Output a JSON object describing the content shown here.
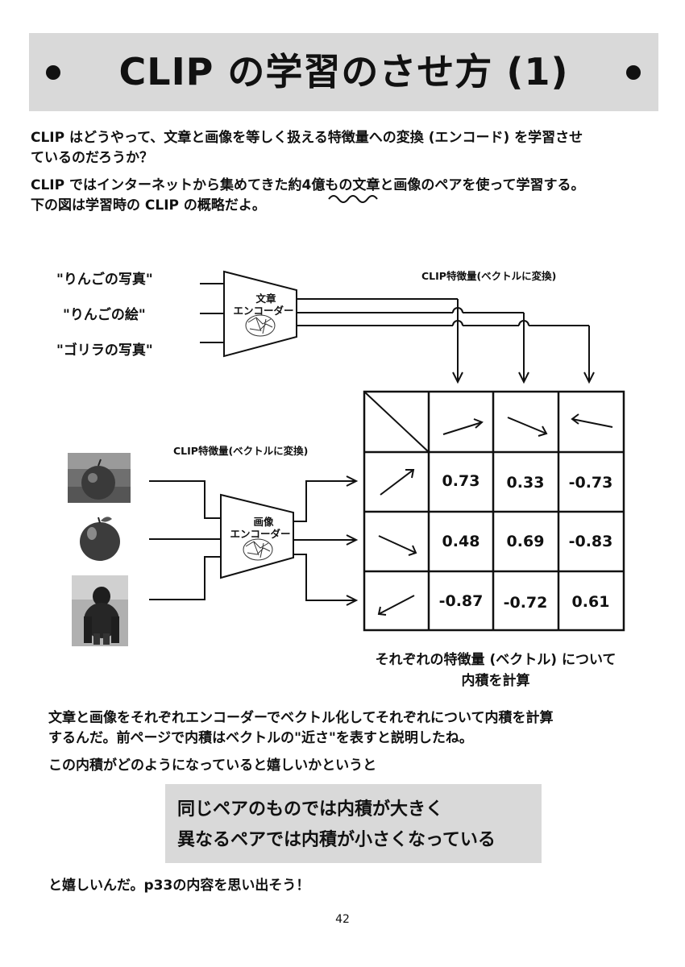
{
  "title": "CLIP の学習のさせ方 (1)",
  "intro": {
    "line1": "CLIP はどうやって、文章と画像を等しく扱える特徴量への変換 (エンコード) を学習させ",
    "line2": "ているのだろうか？",
    "line3": "CLIP ではインターネットから集めてきた約4億もの文章と画像のペアを使って学習する。",
    "line4": "下の図は学習時の CLIP の概略だよ。"
  },
  "diagram": {
    "texts": [
      "\"りんごの写真\"",
      "\"りんごの絵\"",
      "\"ゴリラの写真\""
    ],
    "text_encoder_label": [
      "文章",
      "エンコーダー"
    ],
    "image_encoder_label": [
      "画像",
      "エンコーダー"
    ],
    "feature_label_top": "CLIP特徴量(ベクトルに変換)",
    "feature_label_left": "CLIP特徴量(ベクトルに変換)",
    "images": [
      "apple-photo",
      "apple-drawing",
      "gorilla-photo"
    ],
    "matrix": [
      [
        "0.73",
        "0.33",
        "-0.73"
      ],
      [
        "0.48",
        "0.69",
        "-0.83"
      ],
      [
        "-0.87",
        "-0.72",
        "0.61"
      ]
    ],
    "caption_line1": "それぞれの特徴量 (ベクトル) について",
    "caption_line2": "内積を計算"
  },
  "body": {
    "line1": "文章と画像をそれぞれエンコーダーでベクトル化してそれぞれについて内積を計算",
    "line2": "するんだ。前ページで内積はベクトルの\"近さ\"を表すと説明したね。",
    "line3": "この内積がどのようになっていると嬉しいかというと"
  },
  "callout": {
    "line1": "同じペアのものでは内積が大きく",
    "line2": "異なるペアでは内積が小さくなっている"
  },
  "closing": "と嬉しいんだ。p33の内容を思い出そう！",
  "page_number": "42",
  "colors": {
    "panel_gray": "#d9d9d9",
    "ink": "#111111"
  }
}
